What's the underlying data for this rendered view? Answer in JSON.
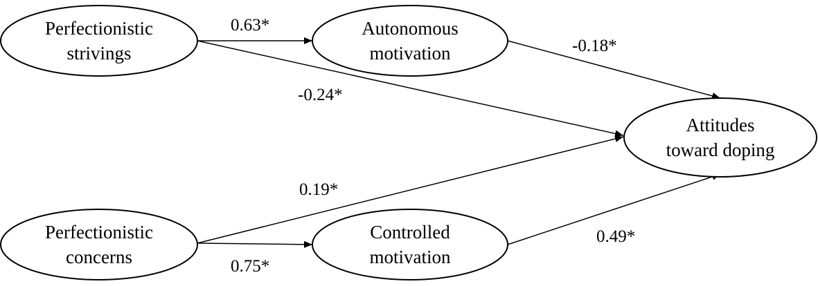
{
  "nodes": {
    "perfectionistic_strivings": {
      "line1": "Perfectionistic",
      "line2": "strivings"
    },
    "autonomous_motivation": {
      "line1": "Autonomous",
      "line2": "motivation"
    },
    "attitudes_toward_doping": {
      "line1": "Attitudes",
      "line2": "toward doping"
    },
    "perfectionistic_concerns": {
      "line1": "Perfectionistic",
      "line2": "concerns"
    },
    "controlled_motivation": {
      "line1": "Controlled",
      "line2": "motivation"
    }
  },
  "edges": {
    "strivings_to_autonomous": "0.63*",
    "autonomous_to_attitudes": "-0.18*",
    "strivings_to_attitudes": "-0.24*",
    "concerns_to_attitudes": "0.19*",
    "concerns_to_controlled": "0.75*",
    "controlled_to_attitudes": "0.49*"
  },
  "colors": {
    "stroke": "#000000",
    "background": "#ffffff"
  }
}
